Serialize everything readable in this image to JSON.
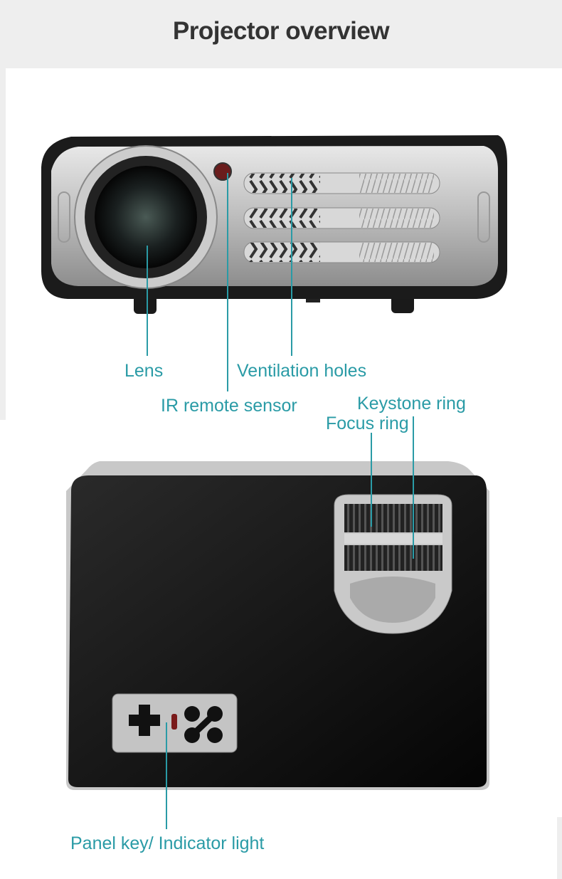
{
  "header": {
    "title": "Projector overview"
  },
  "labels": {
    "lens": "Lens",
    "ventilation": "Ventilation holes",
    "ir_sensor": "IR remote sensor",
    "keystone": "Keystone ring",
    "focus": "Focus ring",
    "panel_key": "Panel key/ Indicator light"
  },
  "colors": {
    "accent": "#2a9ba6",
    "header_bg": "#eeeeee"
  }
}
